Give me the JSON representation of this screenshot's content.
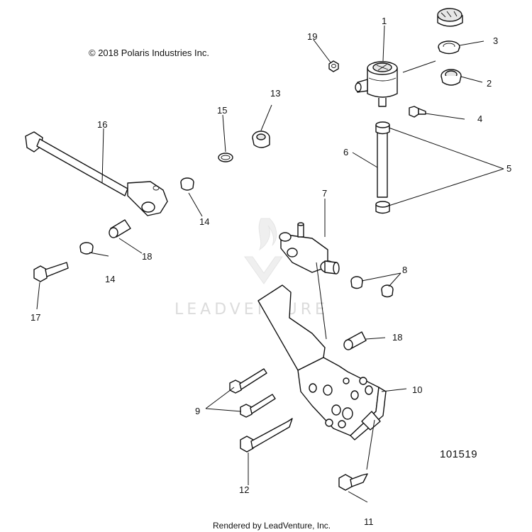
{
  "diagram": {
    "copyright": "© 2018 Polaris Industries Inc.",
    "figure_number": "101519",
    "rendered_by": "Rendered by LeadVenture, Inc.",
    "watermark": "LEADVENTURE",
    "callouts": {
      "c1": "1",
      "c2": "2",
      "c3": "3",
      "c4": "4",
      "c5": "5",
      "c6": "6",
      "c7": "7",
      "c8": "8",
      "c9": "9",
      "c10": "10",
      "c11": "11",
      "c12": "12",
      "c13": "13",
      "c14a": "14",
      "c14b": "14",
      "c15": "15",
      "c16": "16",
      "c17": "17",
      "c18a": "18",
      "c18b": "18",
      "c19": "19"
    }
  }
}
